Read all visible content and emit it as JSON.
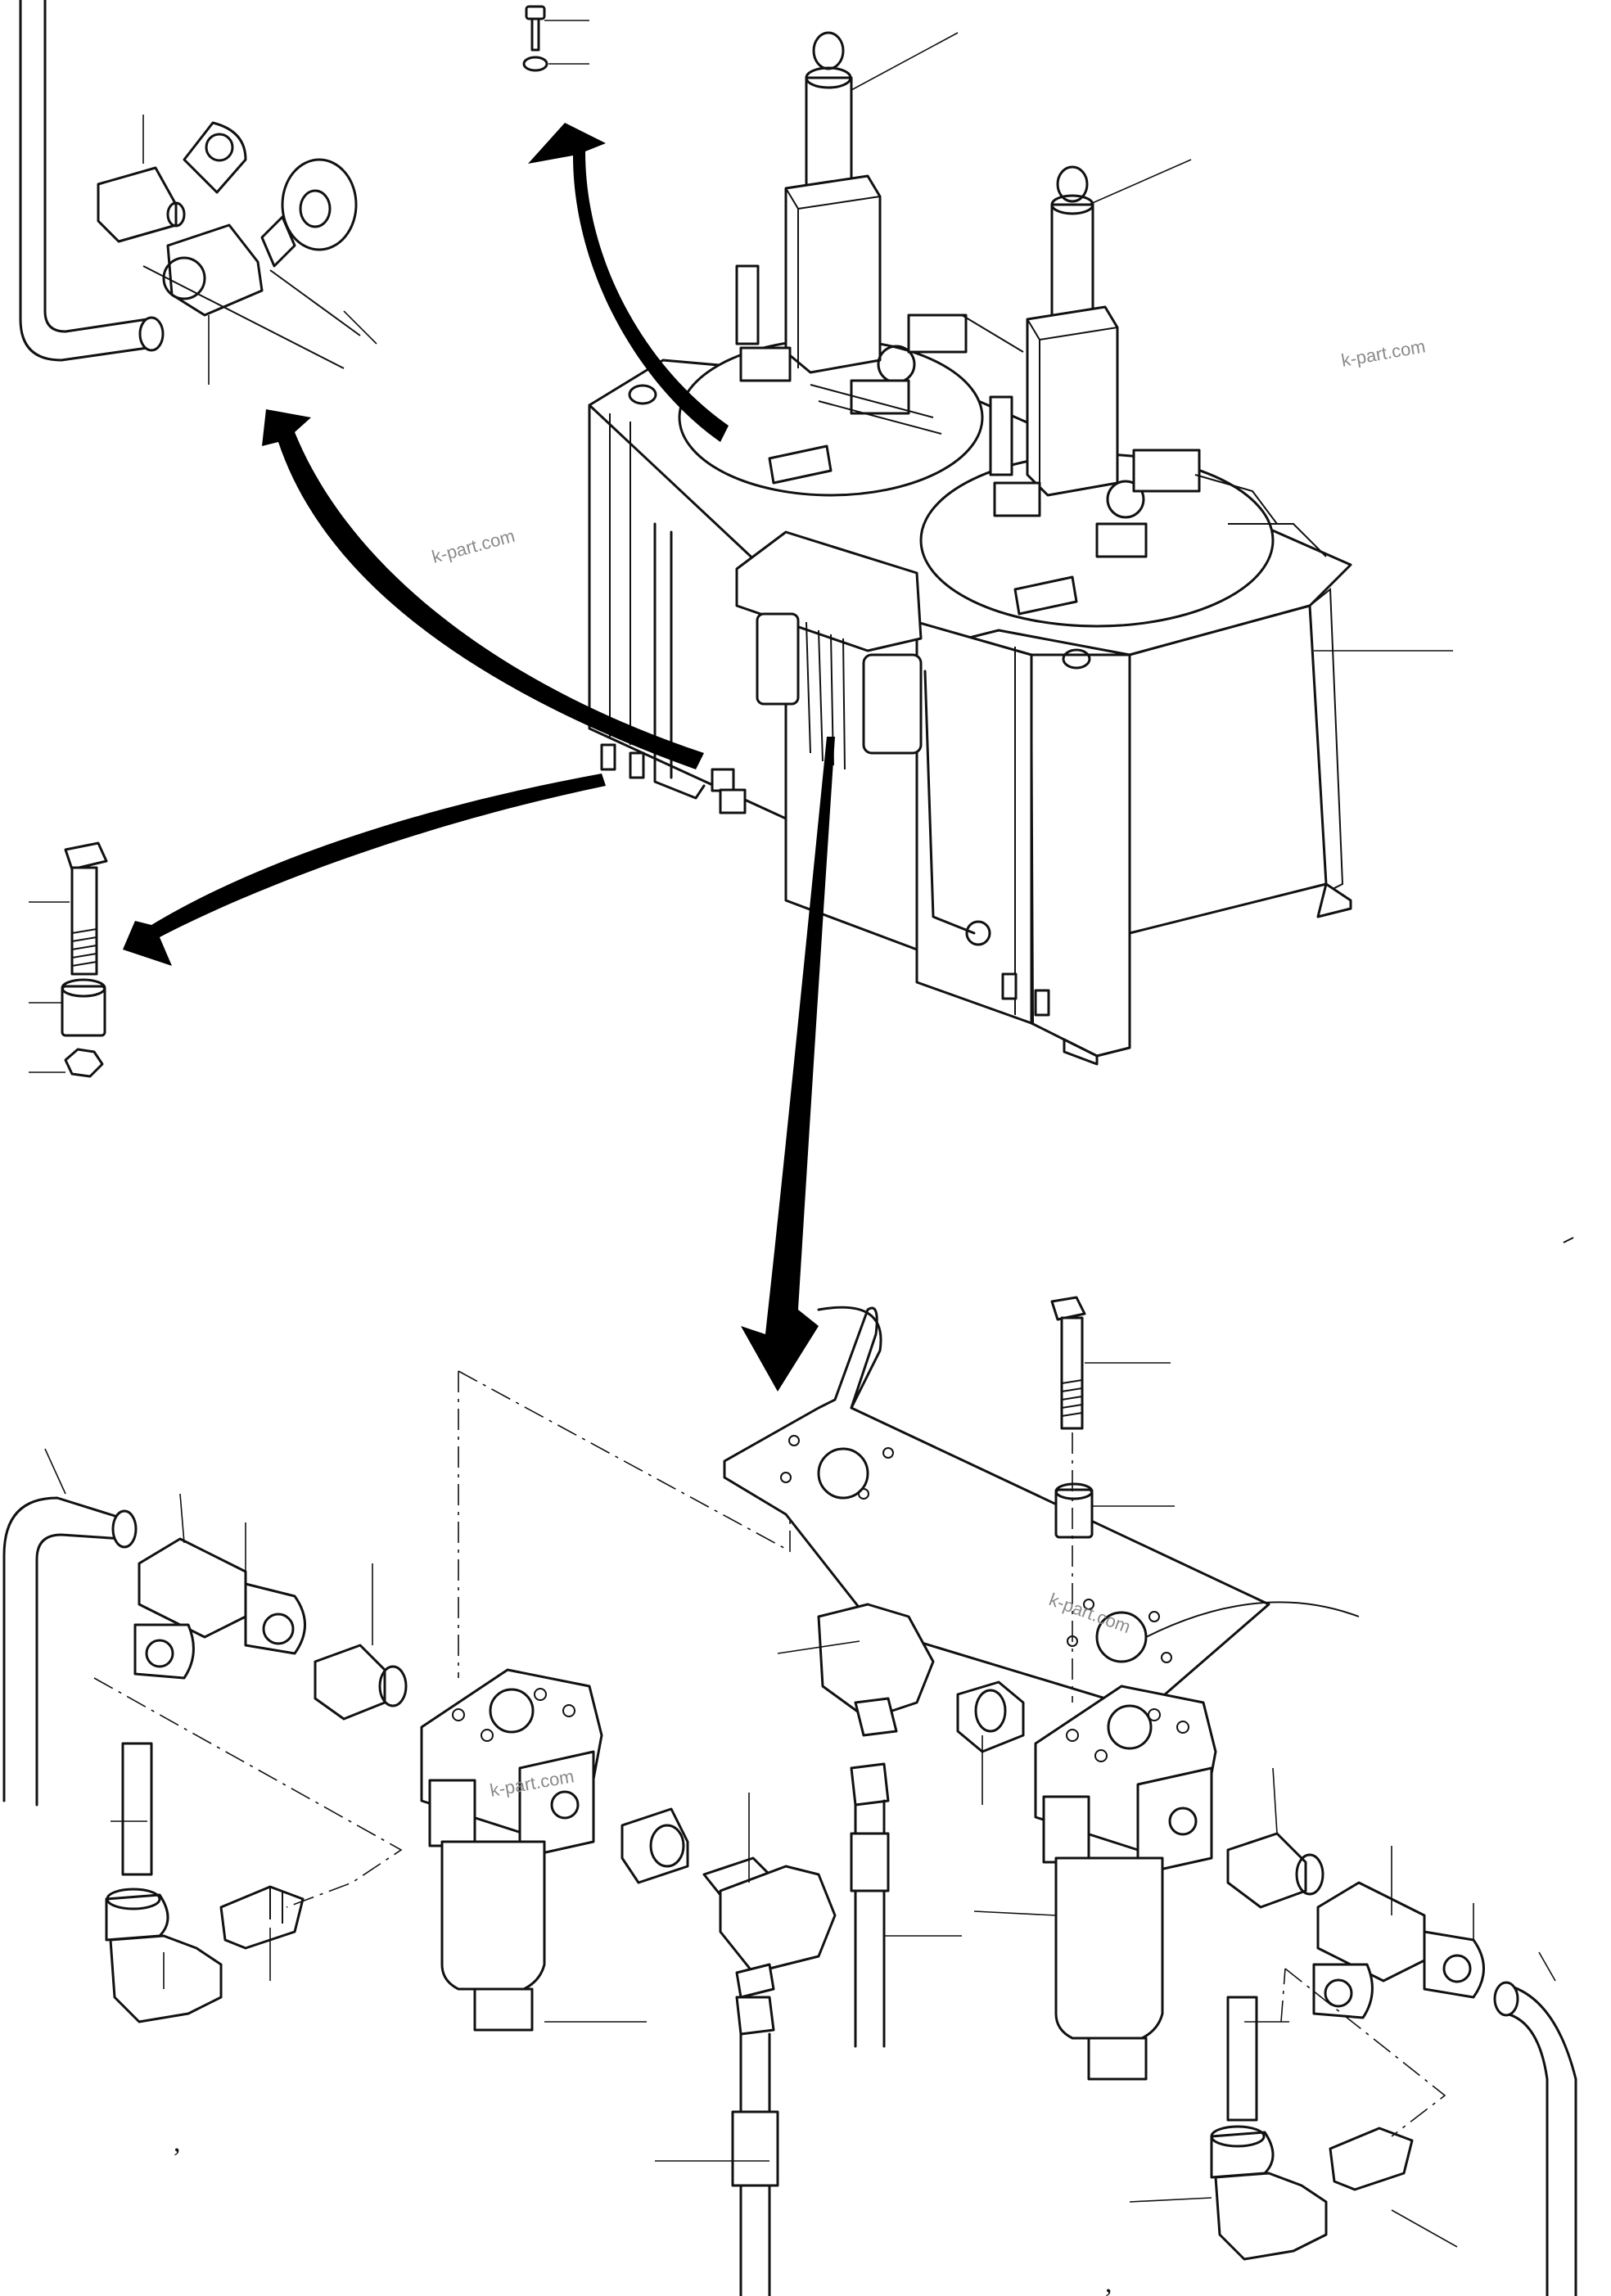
{
  "watermarks": [
    "k-part.com",
    "k-part.com",
    "k-part.com",
    "k-part.com"
  ],
  "marks": [
    ",",
    ","
  ]
}
